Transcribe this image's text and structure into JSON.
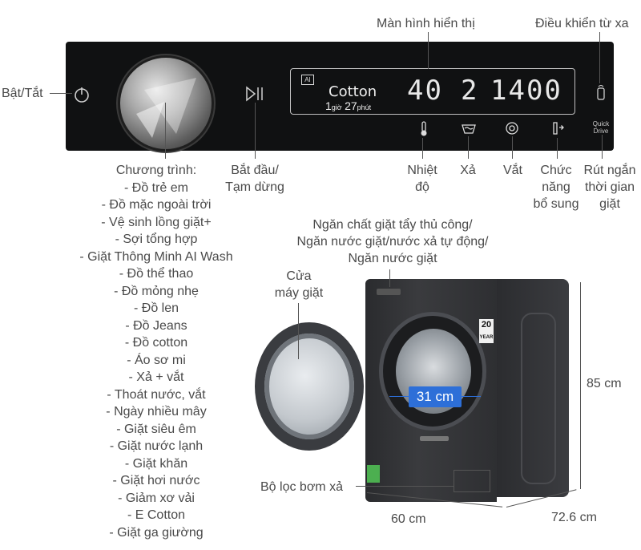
{
  "labels": {
    "display": "Màn hình hiển thị",
    "remote": "Điều khiển từ xa",
    "power": "Bật/Tắt",
    "start_pause": "Bắt đầu/\nTạm dừng",
    "temperature": "Nhiệt\nđộ",
    "rinse": "Xả",
    "spin": "Vắt",
    "extra": "Chức\nnăng\nbổ sung",
    "quick": "Rút ngắn\nthời gian\ngiặt",
    "dispenser": "Ngăn chất giặt tẩy thủ công/\nNgăn nước giặt/nước xả tự động/\nNgăn nước giặt",
    "door": "Cửa\nmáy giặt",
    "filter": "Bộ lọc bơm xả"
  },
  "programs": {
    "header": "Chương trình:",
    "items": [
      "- Đồ trẻ em",
      "- Đồ mặc ngoài trời",
      "- Vệ sinh lồng giặt+",
      "- Sợi tổng hợp",
      "- Giặt Thông Minh AI Wash",
      "- Đồ thể thao",
      "- Đồ mỏng nhẹ",
      "- Đồ len",
      "- Đồ Jeans",
      "- Đồ cotton",
      "- Áo sơ mi",
      "- Xả + vắt",
      "- Thoát nước, vắt",
      "- Ngày nhiều mây",
      "- Giặt siêu êm",
      "- Giặt nước lạnh",
      "- Giặt khăn",
      "- Giặt hơi nước",
      "- Giảm xơ vải",
      "- E Cotton",
      "- Giặt ga giường"
    ]
  },
  "display_screen": {
    "program": "Cotton",
    "time_h": "1",
    "time_h_unit": "giờ",
    "time_m": "27",
    "time_m_unit": "phút",
    "temp": "40",
    "rinse": "2",
    "spin": "1400",
    "ai_badge": "AI"
  },
  "quick_drive": "Quick\nDrive",
  "dimensions": {
    "height": "85 cm",
    "width": "60 cm",
    "depth": "72.6 cm",
    "door": "31 cm"
  },
  "badge": {
    "num": "20",
    "sub": "YEAR"
  },
  "colors": {
    "panel": "#101112",
    "accent": "#2d6fd8"
  }
}
